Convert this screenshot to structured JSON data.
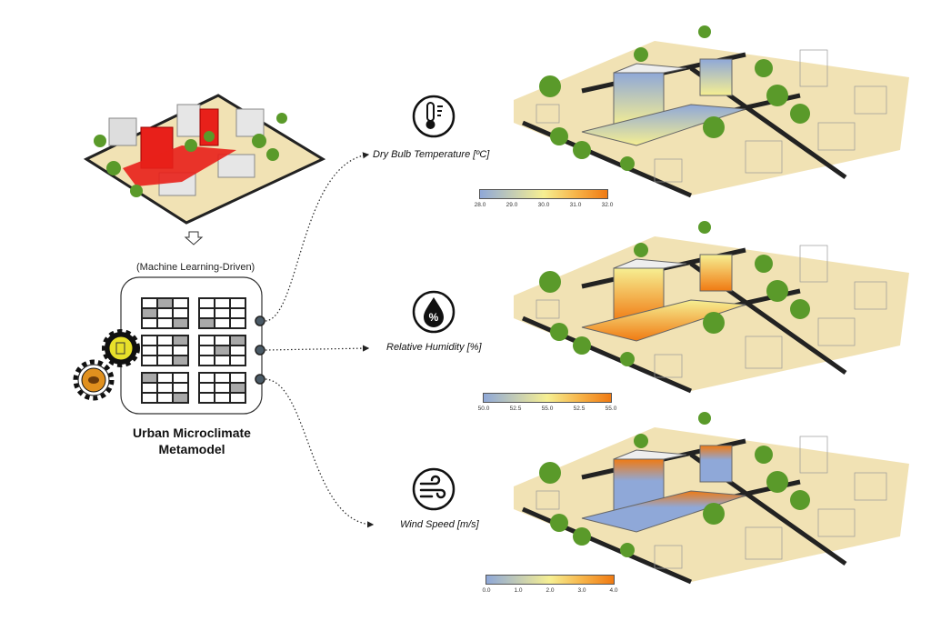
{
  "header": {
    "subtitle": "(Machine Learning-Driven)"
  },
  "model": {
    "title_line1": "Urban Microclimate",
    "title_line2": "Metamodel"
  },
  "model_grids": [
    {
      "gray_cells": [
        [
          0,
          1
        ],
        [
          1,
          0
        ],
        [
          2,
          2
        ]
      ]
    },
    {
      "gray_cells": [
        [
          2,
          0
        ]
      ]
    },
    {
      "gray_cells": [
        [
          0,
          2
        ],
        [
          2,
          2
        ]
      ]
    },
    {
      "gray_cells": [
        [
          0,
          2
        ],
        [
          1,
          1
        ]
      ]
    },
    {
      "gray_cells": [
        [
          0,
          0
        ],
        [
          2,
          2
        ]
      ]
    },
    {
      "gray_cells": [
        [
          1,
          2
        ]
      ]
    }
  ],
  "outputs": [
    {
      "label": "Dry Bulb Temperature [ºC]",
      "icon": "thermometer-icon",
      "ticks": [
        "28.0",
        "29.0",
        "30.0",
        "31.0",
        "32.0"
      ]
    },
    {
      "label": "Relative Humidity [%]",
      "icon": "humidity-drop-icon",
      "ticks": [
        "50.0",
        "52.5",
        "55.0",
        "52.5",
        "55.0"
      ]
    },
    {
      "label": "Wind Speed [m/s]",
      "icon": "wind-icon",
      "ticks": [
        "0.0",
        "1.0",
        "2.0",
        "3.0",
        "4.0"
      ]
    }
  ],
  "colors": {
    "low": "#8fa8d8",
    "mid": "#f6ef92",
    "high": "#f07a12",
    "highlight": "#e8201a",
    "tree": "#5a9a2a",
    "ground": "#f1e2b4",
    "gear_yellow": "#e8e02a",
    "gear_orange": "#e0901e"
  }
}
